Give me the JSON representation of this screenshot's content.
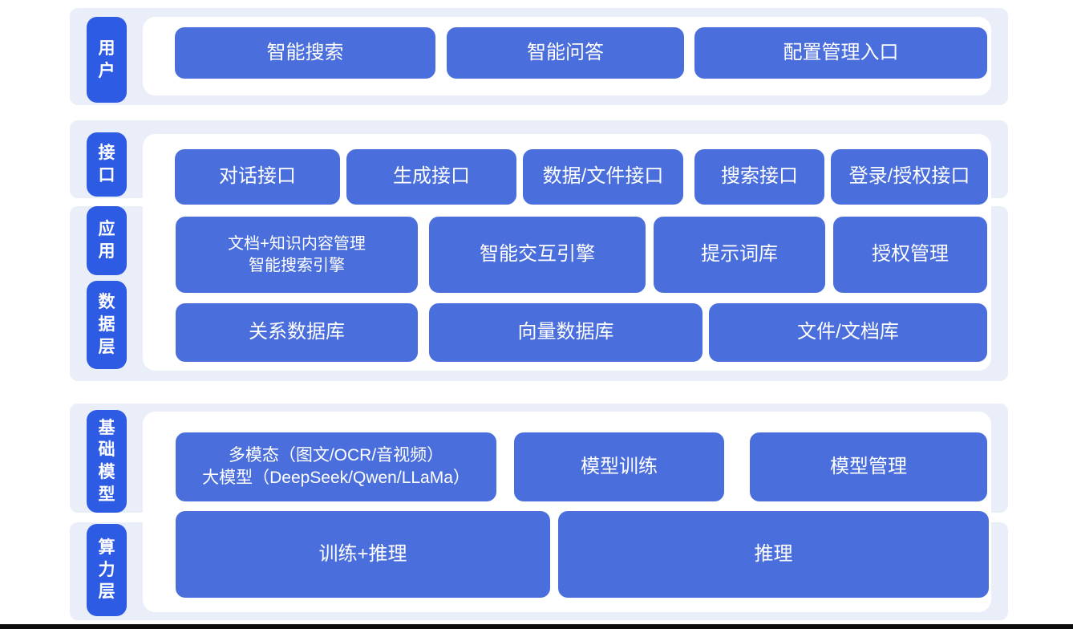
{
  "colors": {
    "band_background": "#e9eef8",
    "card_background": "#ffffff",
    "layer_label_blue": "#2e5be4",
    "block_blue": "#4a6edb",
    "text_white": "#ffffff",
    "bottom_rule_black": "#0d0d0d"
  },
  "layers": [
    {
      "name": "user",
      "label": "用户",
      "buttons": [
        {
          "label": "智能搜索"
        },
        {
          "label": "智能问答"
        },
        {
          "label": "配置管理入口"
        }
      ]
    },
    {
      "name": "interface",
      "label": "接口",
      "buttons": [
        {
          "label": "对话接口"
        },
        {
          "label": "生成接口"
        },
        {
          "label": "数据/文件接口"
        },
        {
          "label": "搜索接口"
        },
        {
          "label": "登录/授权接口"
        }
      ]
    },
    {
      "name": "application",
      "label": "应用",
      "buttons": [
        {
          "lines": [
            "文档+知识内容管理",
            "智能搜索引擎"
          ]
        },
        {
          "label": "智能交互引擎"
        },
        {
          "label": "提示词库"
        },
        {
          "label": "授权管理"
        }
      ]
    },
    {
      "name": "data",
      "label": "数据层",
      "buttons": [
        {
          "label": "关系数据库"
        },
        {
          "label": "向量数据库"
        },
        {
          "label": "文件/文档库"
        }
      ]
    },
    {
      "name": "base_model",
      "label": "基础模型",
      "buttons": [
        {
          "lines": [
            "多模态（图文/OCR/音视频）",
            "大模型（DeepSeek/Qwen/LLaMa）"
          ]
        },
        {
          "label": "模型训练"
        },
        {
          "label": "模型管理"
        }
      ]
    },
    {
      "name": "compute",
      "label": "算力层",
      "buttons": [
        {
          "label": "训练+推理"
        },
        {
          "label": "推理"
        }
      ]
    }
  ]
}
